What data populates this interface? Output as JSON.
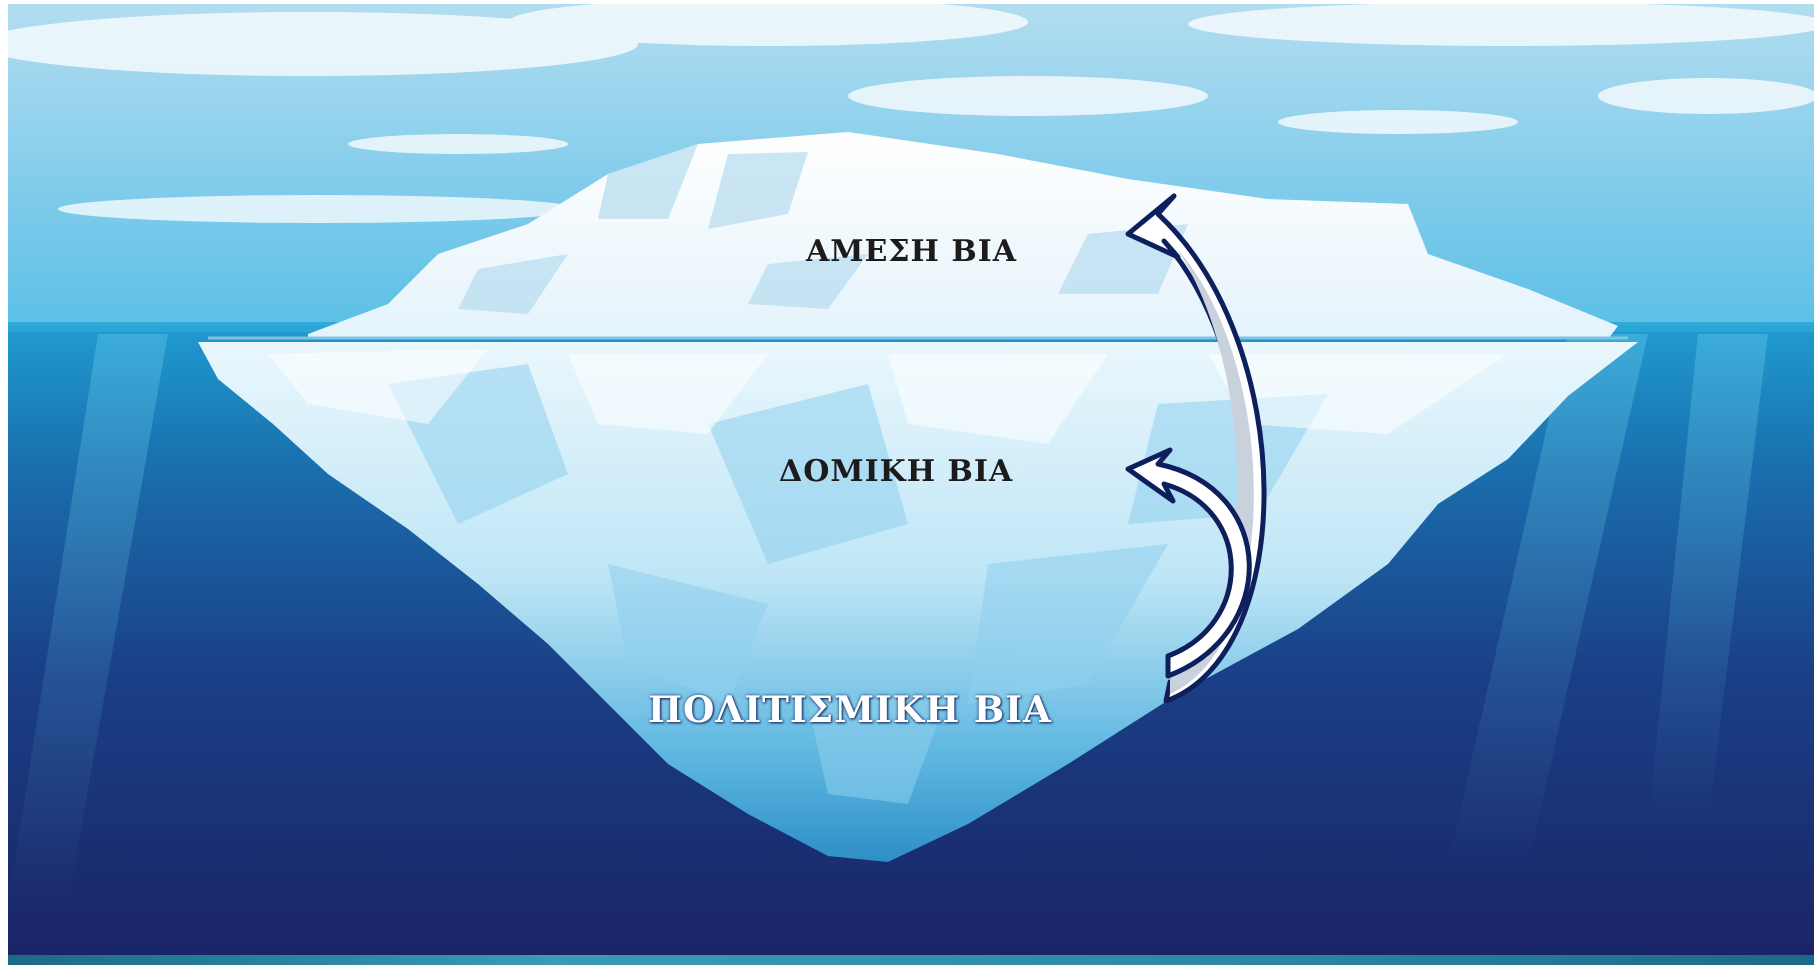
{
  "diagram": {
    "levels": [
      {
        "id": "direct",
        "label": "ΑΜΕΣΗ ΒΙΑ"
      },
      {
        "id": "structural",
        "label": "ΔΟΜΙΚΗ ΒΙΑ"
      },
      {
        "id": "cultural",
        "label": "ΠΟΛΙΤΙΣΜΙΚΗ ΒΙΑ"
      }
    ],
    "arrows": [
      {
        "from": "cultural",
        "to": "direct"
      },
      {
        "from": "cultural",
        "to": "structural"
      }
    ]
  },
  "colors": {
    "sky_top": "#a9d9ee",
    "sky_bottom": "#60c2e6",
    "water_surface": "#2aa7d6",
    "deep_water": "#152a6a",
    "ice": "#f4fbff",
    "arrow_outline": "#0e1f5e",
    "arrow_fill": "#ffffff",
    "arrow_shade": "#c9d2dc"
  }
}
